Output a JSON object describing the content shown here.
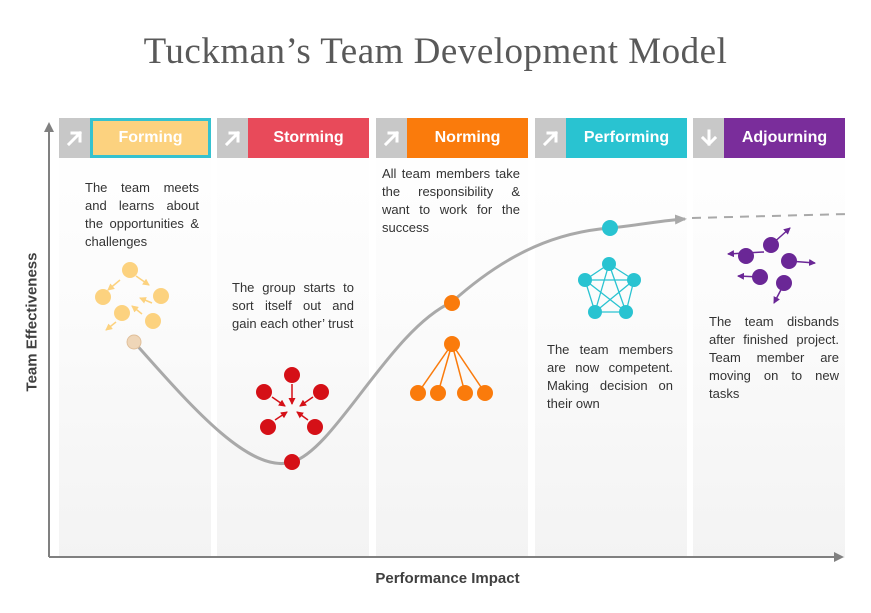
{
  "title": "Tuckman’s Team Development Model",
  "axes": {
    "y_label": "Team Effectiveness",
    "x_label": "Performance Impact"
  },
  "stages": [
    {
      "label": "Forming",
      "arrow_icon": "arrow-up-right-icon",
      "color": "#fcd27f",
      "description": "The team meets and learns about the opportunities & challenges"
    },
    {
      "label": "Storming",
      "arrow_icon": "arrow-up-right-icon",
      "color": "#e84a5a",
      "description": "The group starts to sort itself out and gain each other’ trust"
    },
    {
      "label": "Norming",
      "arrow_icon": "arrow-up-right-icon",
      "color": "#fa7b0c",
      "description": "All team members take the responsibility & want to work for the success"
    },
    {
      "label": "Performing",
      "arrow_icon": "arrow-up-right-icon",
      "color": "#29c3d1",
      "description": "The team members are now competent. Making decision on their own"
    },
    {
      "label": "Adjourning",
      "arrow_icon": "arrow-down-icon",
      "color": "#7a2d9b",
      "description": "The team disbands after finished project. Team member are moving on to new tasks"
    }
  ],
  "colors": {
    "curve": "#a9a9a9",
    "axis": "#808080",
    "arrow_box": "#c8c8c8"
  }
}
